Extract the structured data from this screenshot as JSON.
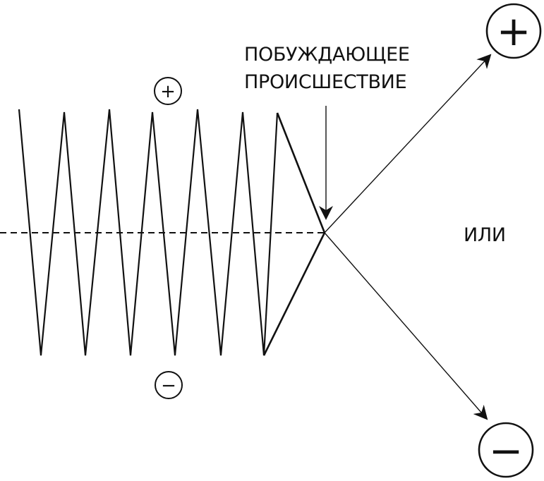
{
  "colors": {
    "ink": "#111111",
    "background": "#ffffff"
  },
  "labels": {
    "event_line1": "ПОБУЖДАЮЩЕЕ",
    "event_line2": "ПРОИСШЕСТВИЕ",
    "or": "ИЛИ",
    "plus_small": "+",
    "minus_small": "−",
    "plus_large": "+",
    "minus_large": "−"
  },
  "icons": {
    "plus_small": "plus-circle-icon",
    "minus_small": "minus-circle-icon",
    "plus_large": "plus-circle-icon",
    "minus_large": "minus-circle-icon",
    "arrow_up": "arrow-up-right-icon",
    "arrow_down": "arrow-down-right-icon",
    "arrow_event": "arrow-down-icon"
  }
}
